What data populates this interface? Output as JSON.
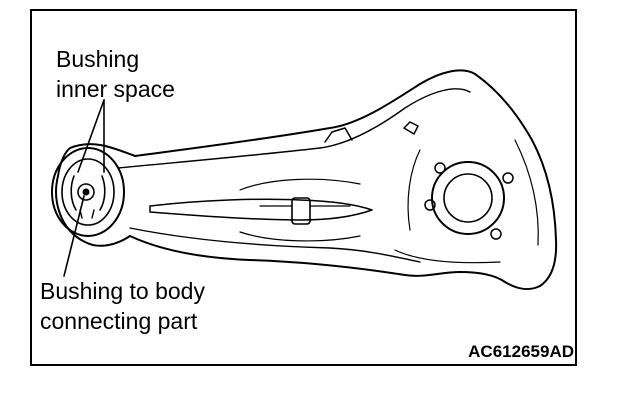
{
  "labels": {
    "bushing_inner_space": [
      "Bushing",
      "inner space"
    ],
    "bushing_to_body": [
      "Bushing to body",
      "connecting part"
    ]
  },
  "figure_code": "AC612659AD",
  "colors": {
    "line": "#000000",
    "background": "#ffffff"
  }
}
